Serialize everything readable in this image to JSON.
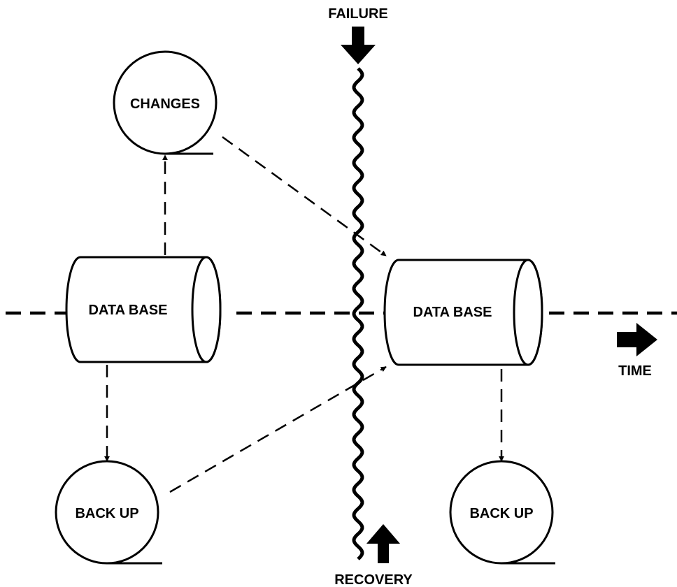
{
  "diagram": {
    "labels": {
      "failure": "FAILURE",
      "recovery": "RECOVERY",
      "time": "TIME",
      "changes": "CHANGES",
      "database_left": "DATA BASE",
      "database_right": "DATA BASE",
      "backup_left": "BACK UP",
      "backup_right": "BACK UP"
    },
    "nodes": [
      {
        "id": "changes",
        "type": "tape-reel",
        "label": "CHANGES"
      },
      {
        "id": "db-left",
        "type": "cylinder",
        "label": "DATA BASE"
      },
      {
        "id": "backup-left",
        "type": "tape-reel",
        "label": "BACK UP"
      },
      {
        "id": "db-right",
        "type": "cylinder",
        "label": "DATA BASE"
      },
      {
        "id": "backup-right",
        "type": "tape-reel",
        "label": "BACK UP"
      }
    ],
    "edges": [
      {
        "from": "db-left",
        "to": "changes",
        "style": "dashed"
      },
      {
        "from": "db-left",
        "to": "backup-left",
        "style": "dashed"
      },
      {
        "from": "changes",
        "to": "db-right",
        "style": "dashed"
      },
      {
        "from": "backup-left",
        "to": "db-right",
        "style": "dashed"
      },
      {
        "from": "db-right",
        "to": "backup-right",
        "style": "dashed"
      }
    ],
    "colors": {
      "ink": "#000000",
      "background": "#ffffff"
    }
  }
}
